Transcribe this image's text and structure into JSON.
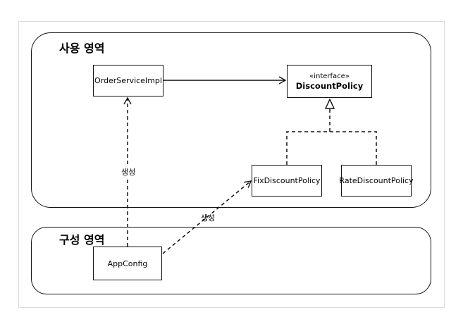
{
  "zones": {
    "usage_title": "사용 영역",
    "config_title": "구성 영역"
  },
  "nodes": {
    "order_service": {
      "label": "OrderServiceImpl"
    },
    "discount_policy": {
      "stereotype": "«interface»",
      "label": "DiscountPolicy"
    },
    "fix_policy": {
      "label": "FixDiscountPolicy"
    },
    "rate_policy": {
      "label": "RateDiscountPolicy"
    },
    "app_config": {
      "label": "AppConfig"
    }
  },
  "edges": {
    "creates_order_label": "생성",
    "creates_fix_label": "생성"
  }
}
